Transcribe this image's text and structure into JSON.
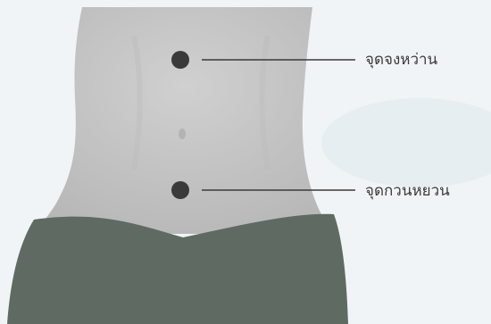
{
  "points": [
    {
      "id": "upper",
      "label": "จุดจงหว่าน"
    },
    {
      "id": "lower",
      "label": "จุดกวนหยวน"
    }
  ],
  "colors": {
    "background": "#f1f4f6",
    "skin": "#c8c8c8",
    "skin_shadow": "#b9b9b9",
    "garment": "#5f6b62",
    "point": "#3a3a3a",
    "leader_line": "#3a3a3a",
    "label_text": "#3b3b3b"
  }
}
